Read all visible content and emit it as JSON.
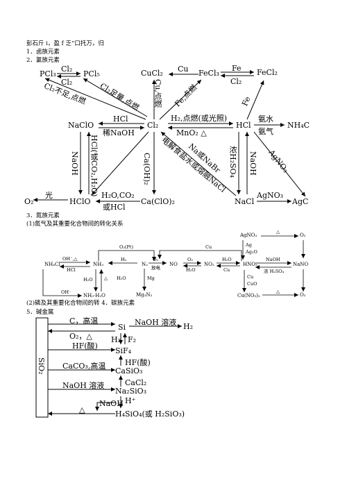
{
  "header": {
    "garbled": "彭石斤 i，盈 f 乏“口托万，归",
    "h1": "1．卤族元素",
    "h2": "2．氯族元素",
    "h3": "3．氮族元素",
    "h3_sub1": "(1)氮气及其重要化合物间的转化关系",
    "h3_sub2": "(2)磷及其重要化合物间的转 4．碳族元素",
    "h5": "5．碱金属"
  },
  "chlorine": {
    "species": {
      "pcl3": "PCl₃",
      "pcl5": "PCl₅",
      "cucl2": "CuCl₂",
      "fecl3": "FeCl₃",
      "fecl2": "FeCl₂",
      "naclo": "NaClO",
      "cl2": "Cl₂",
      "hcl": "HCl",
      "nh4c": "NH₄C",
      "hclo": "HClO",
      "caclo2": "Ca(ClO)₂",
      "nacl": "NaCl",
      "agc": "AgC",
      "o2": "O₂"
    },
    "labels": {
      "cl2_top": "Cl₂",
      "cl2_bot": "Cl₂",
      "cu": "Cu",
      "fe_top": "Fe",
      "cl2_insufficient": "Cl₂不足,点燃",
      "cl2_sufficient": "Cl₂足量,点燃",
      "cu_ignite": "Cu,点燃",
      "fe_ignite": "Fe,点燃",
      "fe_diag": "Fe",
      "hcl_arrow": "HCl",
      "dilute_naoh": "稀NaOH",
      "h2_ignite": "H₂,点燃(或光照)",
      "mno2": "MnO₂ △",
      "ammonia_water": "氨水",
      "ammonia_gas": "氨气",
      "hcl_co2_h2o": "HCl(或CO₂,H₂O)",
      "naoh_left": "NaOH",
      "caoh2": "Ca(OH)₂",
      "electrolysis": "电解食盐水或熔融NaCl",
      "na_nabr": "Na或NaBr",
      "conc_h2so4": "浓H₂SO₄",
      "naoh_right": "NaOH",
      "agno3_diag": "AgNO₃",
      "agno3_bottom": "AgNO₃",
      "light": "光",
      "h2o_co2": "H₂O,CO₂",
      "or_hcl": "或HCl"
    }
  },
  "nitrogen": {
    "species": {
      "nh4cl": "NH₄Cl",
      "nh3": "NH₃",
      "n2": "N₂",
      "no": "NO",
      "no2": "NO₂",
      "hno3": "HNO₃",
      "nano": "NaNO",
      "agno3": "AgNO₃",
      "o2_a": "O₂",
      "o2_b": "O₂",
      "nh3h2o": "NH₃·H₂O",
      "mg3n2": "Mg₃N₂",
      "cuno32": "Cu(NO₃)₂"
    },
    "labels": {
      "o2_pt": "O₂(Pt)",
      "cu_top": "Cu",
      "oh_heat": "OH⁻,△",
      "hcl": "HCl",
      "h2": "H₂",
      "o2_arc": "O₂",
      "discharge": "放电",
      "o2_no": "O₂",
      "h2o_no": "H₂O",
      "h2o_no2": "H₂O",
      "cu_no2": "Cu",
      "h2o_left": "H₂O",
      "delta_left": "△",
      "h2o_mid": "H₂O",
      "mg": "Mg",
      "oh_bottom": "OH⁻",
      "ag": "Ag",
      "ag2o": "Ag₂O",
      "naoh": "NaOH",
      "conc_h2so4": "浓 H₂SO₄",
      "cu_r": "Cu",
      "cuo": "CuO",
      "delta_top": "△",
      "delta_bottom": "△"
    }
  },
  "silicon": {
    "sio2": "SiO₂",
    "species": {
      "si": "Si",
      "h2": "H₂",
      "sif4": "SiF₄",
      "casio3": "CaSiO₃",
      "na2sio3": "Na₂SiO₃",
      "h4sio4": "H₄SiO₄(或 H₂SiO₃)"
    },
    "labels": {
      "c_high_temp": "C，高温",
      "o2_heat": "O₂，△",
      "naoh_solution_top": "NaOH 溶液",
      "h2": "H₂",
      "f2": "F₂",
      "hf_acid_left": "HF(酸)",
      "hf_acid_right": "HF(酸)",
      "caco3_high_temp": "CaCO₃,高温",
      "naoh_solution_mid": "NaOH 溶液",
      "cacl2": "CaCl₂",
      "naoh": "NaOH",
      "h_plus": "H⁺",
      "delta": "△"
    }
  }
}
